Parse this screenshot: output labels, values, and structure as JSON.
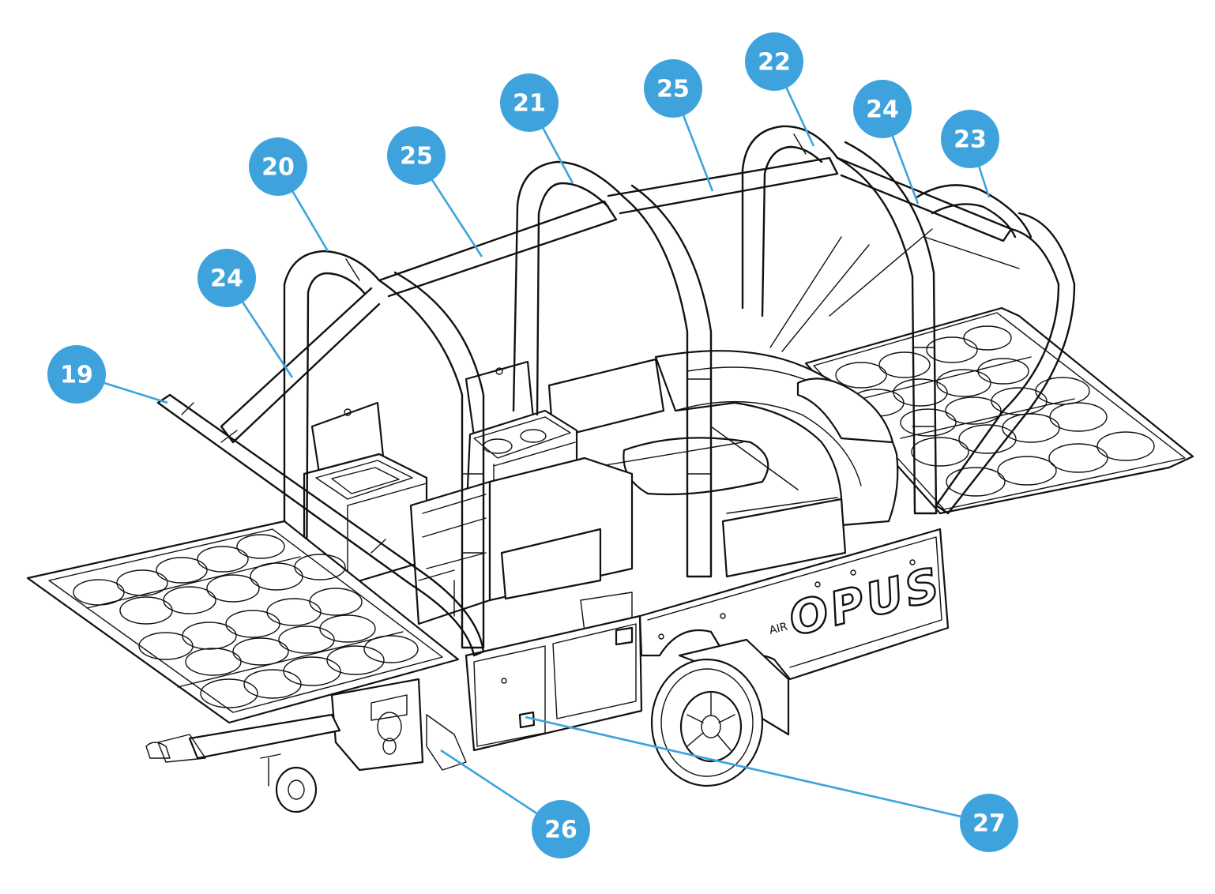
{
  "colors": {
    "callout": "#3ea3dc",
    "callout_text": "#ffffff",
    "line_art": "#111111"
  },
  "brand": {
    "name": "OPUS",
    "prefix": "AIR"
  },
  "callouts": [
    {
      "id": "19",
      "label": "19"
    },
    {
      "id": "20",
      "label": "20"
    },
    {
      "id": "21",
      "label": "21"
    },
    {
      "id": "22",
      "label": "22"
    },
    {
      "id": "23",
      "label": "23"
    },
    {
      "id": "24a",
      "label": "24"
    },
    {
      "id": "24b",
      "label": "24"
    },
    {
      "id": "25a",
      "label": "25"
    },
    {
      "id": "25b",
      "label": "25"
    },
    {
      "id": "26",
      "label": "26"
    },
    {
      "id": "27",
      "label": "27"
    }
  ]
}
